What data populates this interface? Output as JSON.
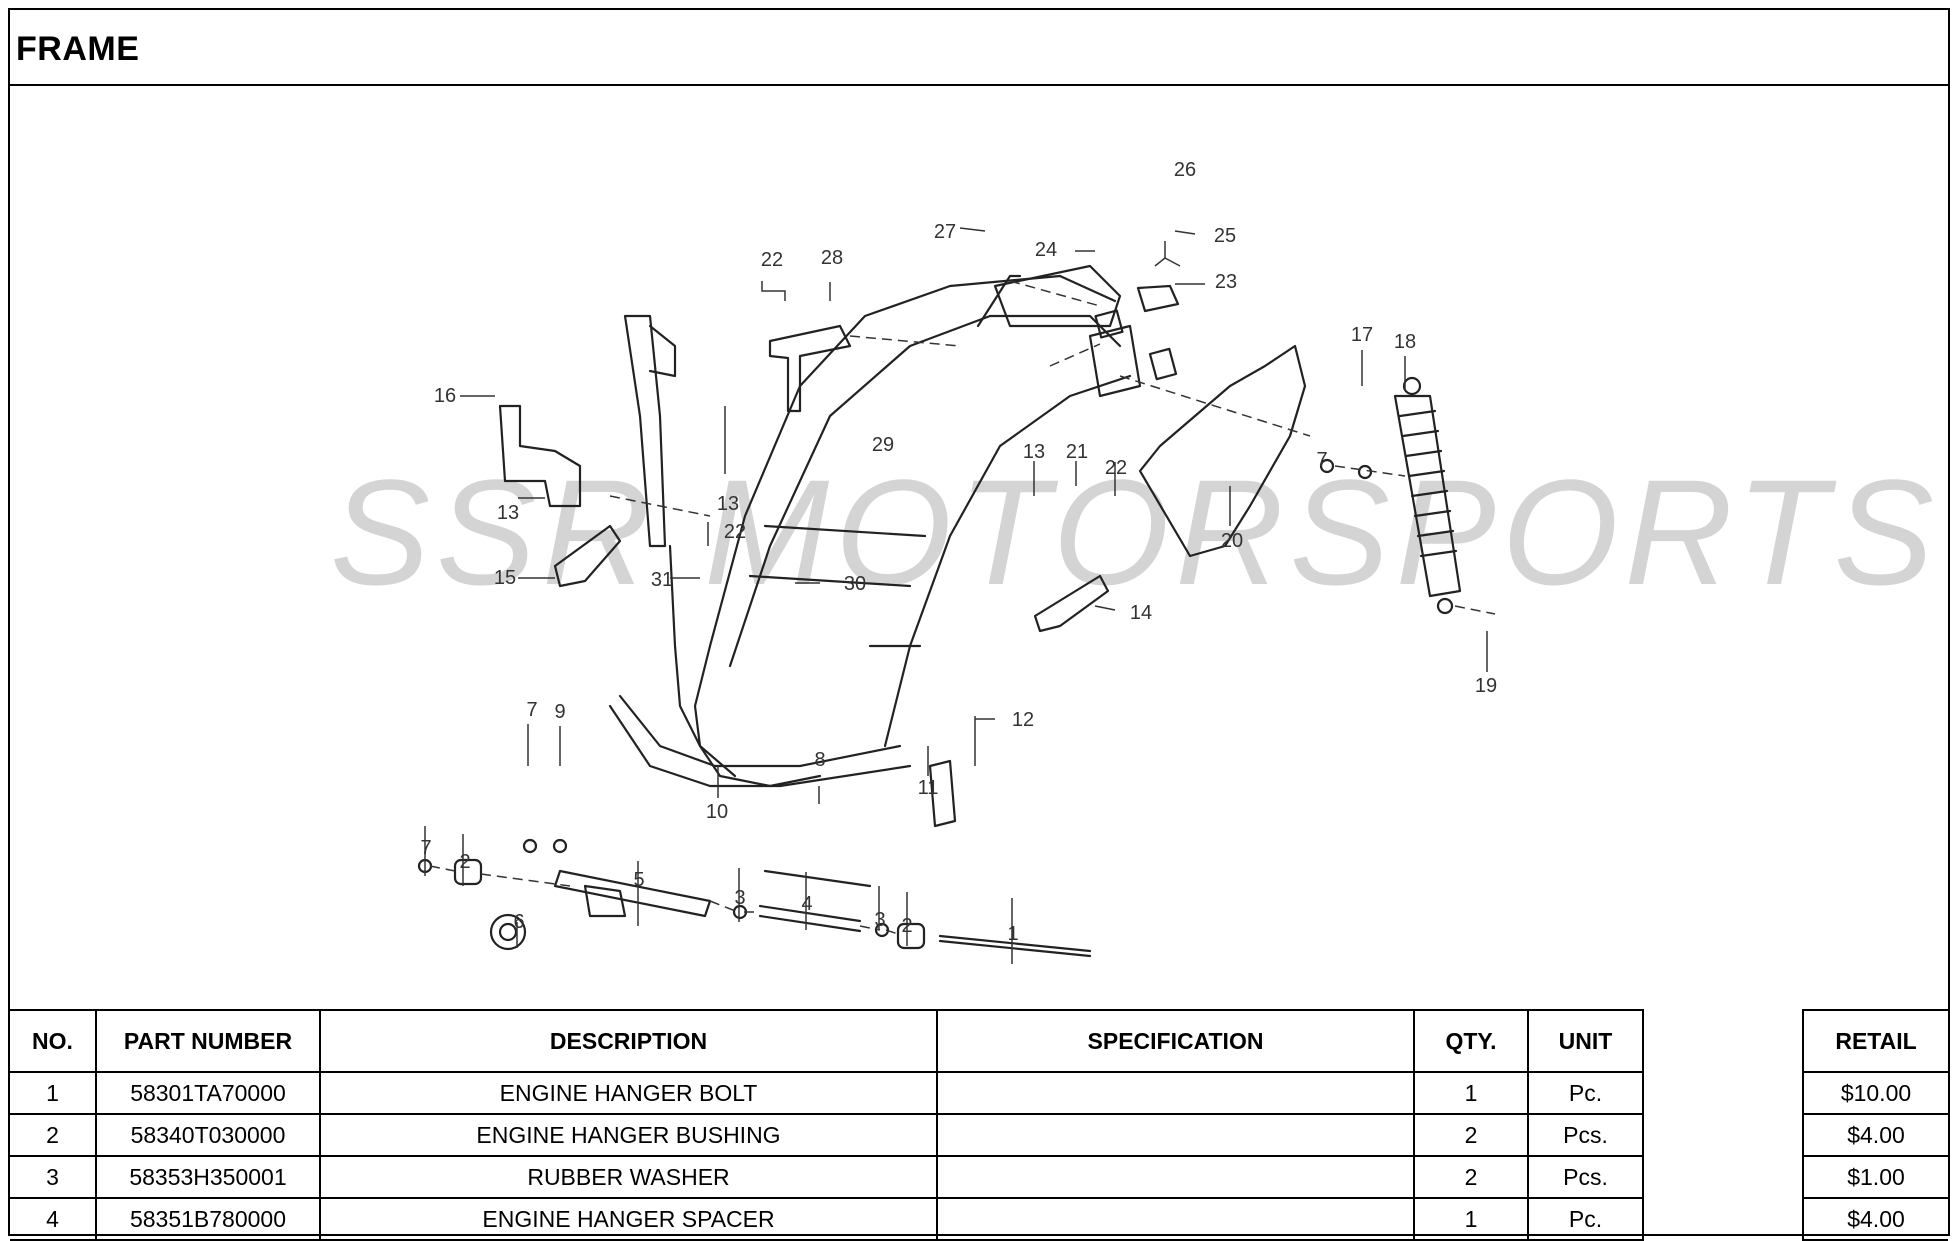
{
  "page": {
    "title": "FRAME",
    "watermark": "SSR MOTORSPORTS"
  },
  "diagram": {
    "callouts": [
      "26",
      "27",
      "25",
      "24",
      "23",
      "22",
      "28",
      "17",
      "18",
      "16",
      "13",
      "29",
      "13",
      "21",
      "22",
      "7",
      "13",
      "22",
      "15",
      "31",
      "30",
      "20",
      "14",
      "19",
      "12",
      "7",
      "9",
      "8",
      "10",
      "11",
      "7",
      "2",
      "5",
      "6",
      "3",
      "4",
      "3",
      "2",
      "1"
    ]
  },
  "table": {
    "headers": [
      "NO.",
      "PART NUMBER",
      "DESCRIPTION",
      "SPECIFICATION",
      "QTY.",
      "UNIT",
      "",
      "RETAIL"
    ],
    "rows": [
      {
        "no": "1",
        "part": "58301TA70000",
        "desc": "ENGINE HANGER BOLT",
        "spec": "",
        "qty": "1",
        "unit": "Pc.",
        "retail": "$10.00"
      },
      {
        "no": "2",
        "part": "58340T030000",
        "desc": "ENGINE HANGER BUSHING",
        "spec": "",
        "qty": "2",
        "unit": "Pcs.",
        "retail": "$4.00"
      },
      {
        "no": "3",
        "part": "58353H350001",
        "desc": "RUBBER WASHER",
        "spec": "",
        "qty": "2",
        "unit": "Pcs.",
        "retail": "$1.00"
      },
      {
        "no": "4",
        "part": "58351B780000",
        "desc": "ENGINE HANGER SPACER",
        "spec": "",
        "qty": "1",
        "unit": "Pc.",
        "retail": "$4.00"
      }
    ]
  }
}
